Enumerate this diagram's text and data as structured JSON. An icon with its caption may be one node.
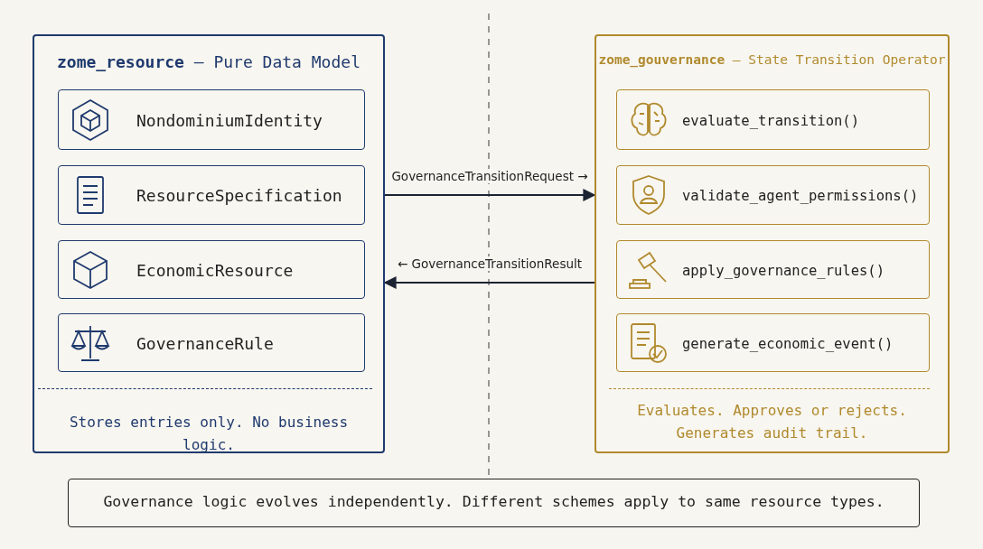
{
  "diagram": {
    "nodes": [
      {
        "text": [
          "**zome_resource** — Pure Data Model",
          "Stores entries only. No business logic."
        ]
      },
      {
        "text": [
          "NondominiumIdentity"
        ],
        "in": 0
      },
      {
        "text": [
          "ResourceSpecification"
        ],
        "in": 0
      },
      {
        "text": [
          "EconomicResource"
        ],
        "in": 0
      },
      {
        "text": [
          "GovernanceRule"
        ],
        "in": 0
      },
      {
        "text": [
          "**zome_gouvernance** — State Transition Operator",
          "Evaluates. Approves or rejects. Generates audit trail."
        ]
      },
      {
        "text": [
          "evaluate_transition()"
        ],
        "in": 5
      },
      {
        "text": [
          "validate_agent_permissions()"
        ],
        "in": 5
      },
      {
        "text": [
          "apply_governance_rules()"
        ],
        "in": 5
      },
      {
        "text": [
          "generate_economic_event()"
        ],
        "in": 5
      },
      {
        "text": [
          "Governance logic evolves independently. Different schemes apply to same resource types."
        ]
      }
    ],
    "edges": [
      {
        "from": 0,
        "to": 5,
        "arrow": "to",
        "label": "GovernanceTransitionRequest →"
      },
      {
        "from": 5,
        "to": 0,
        "arrow": "to",
        "label": "← GovernanceTransitionResult"
      }
    ]
  }
}
